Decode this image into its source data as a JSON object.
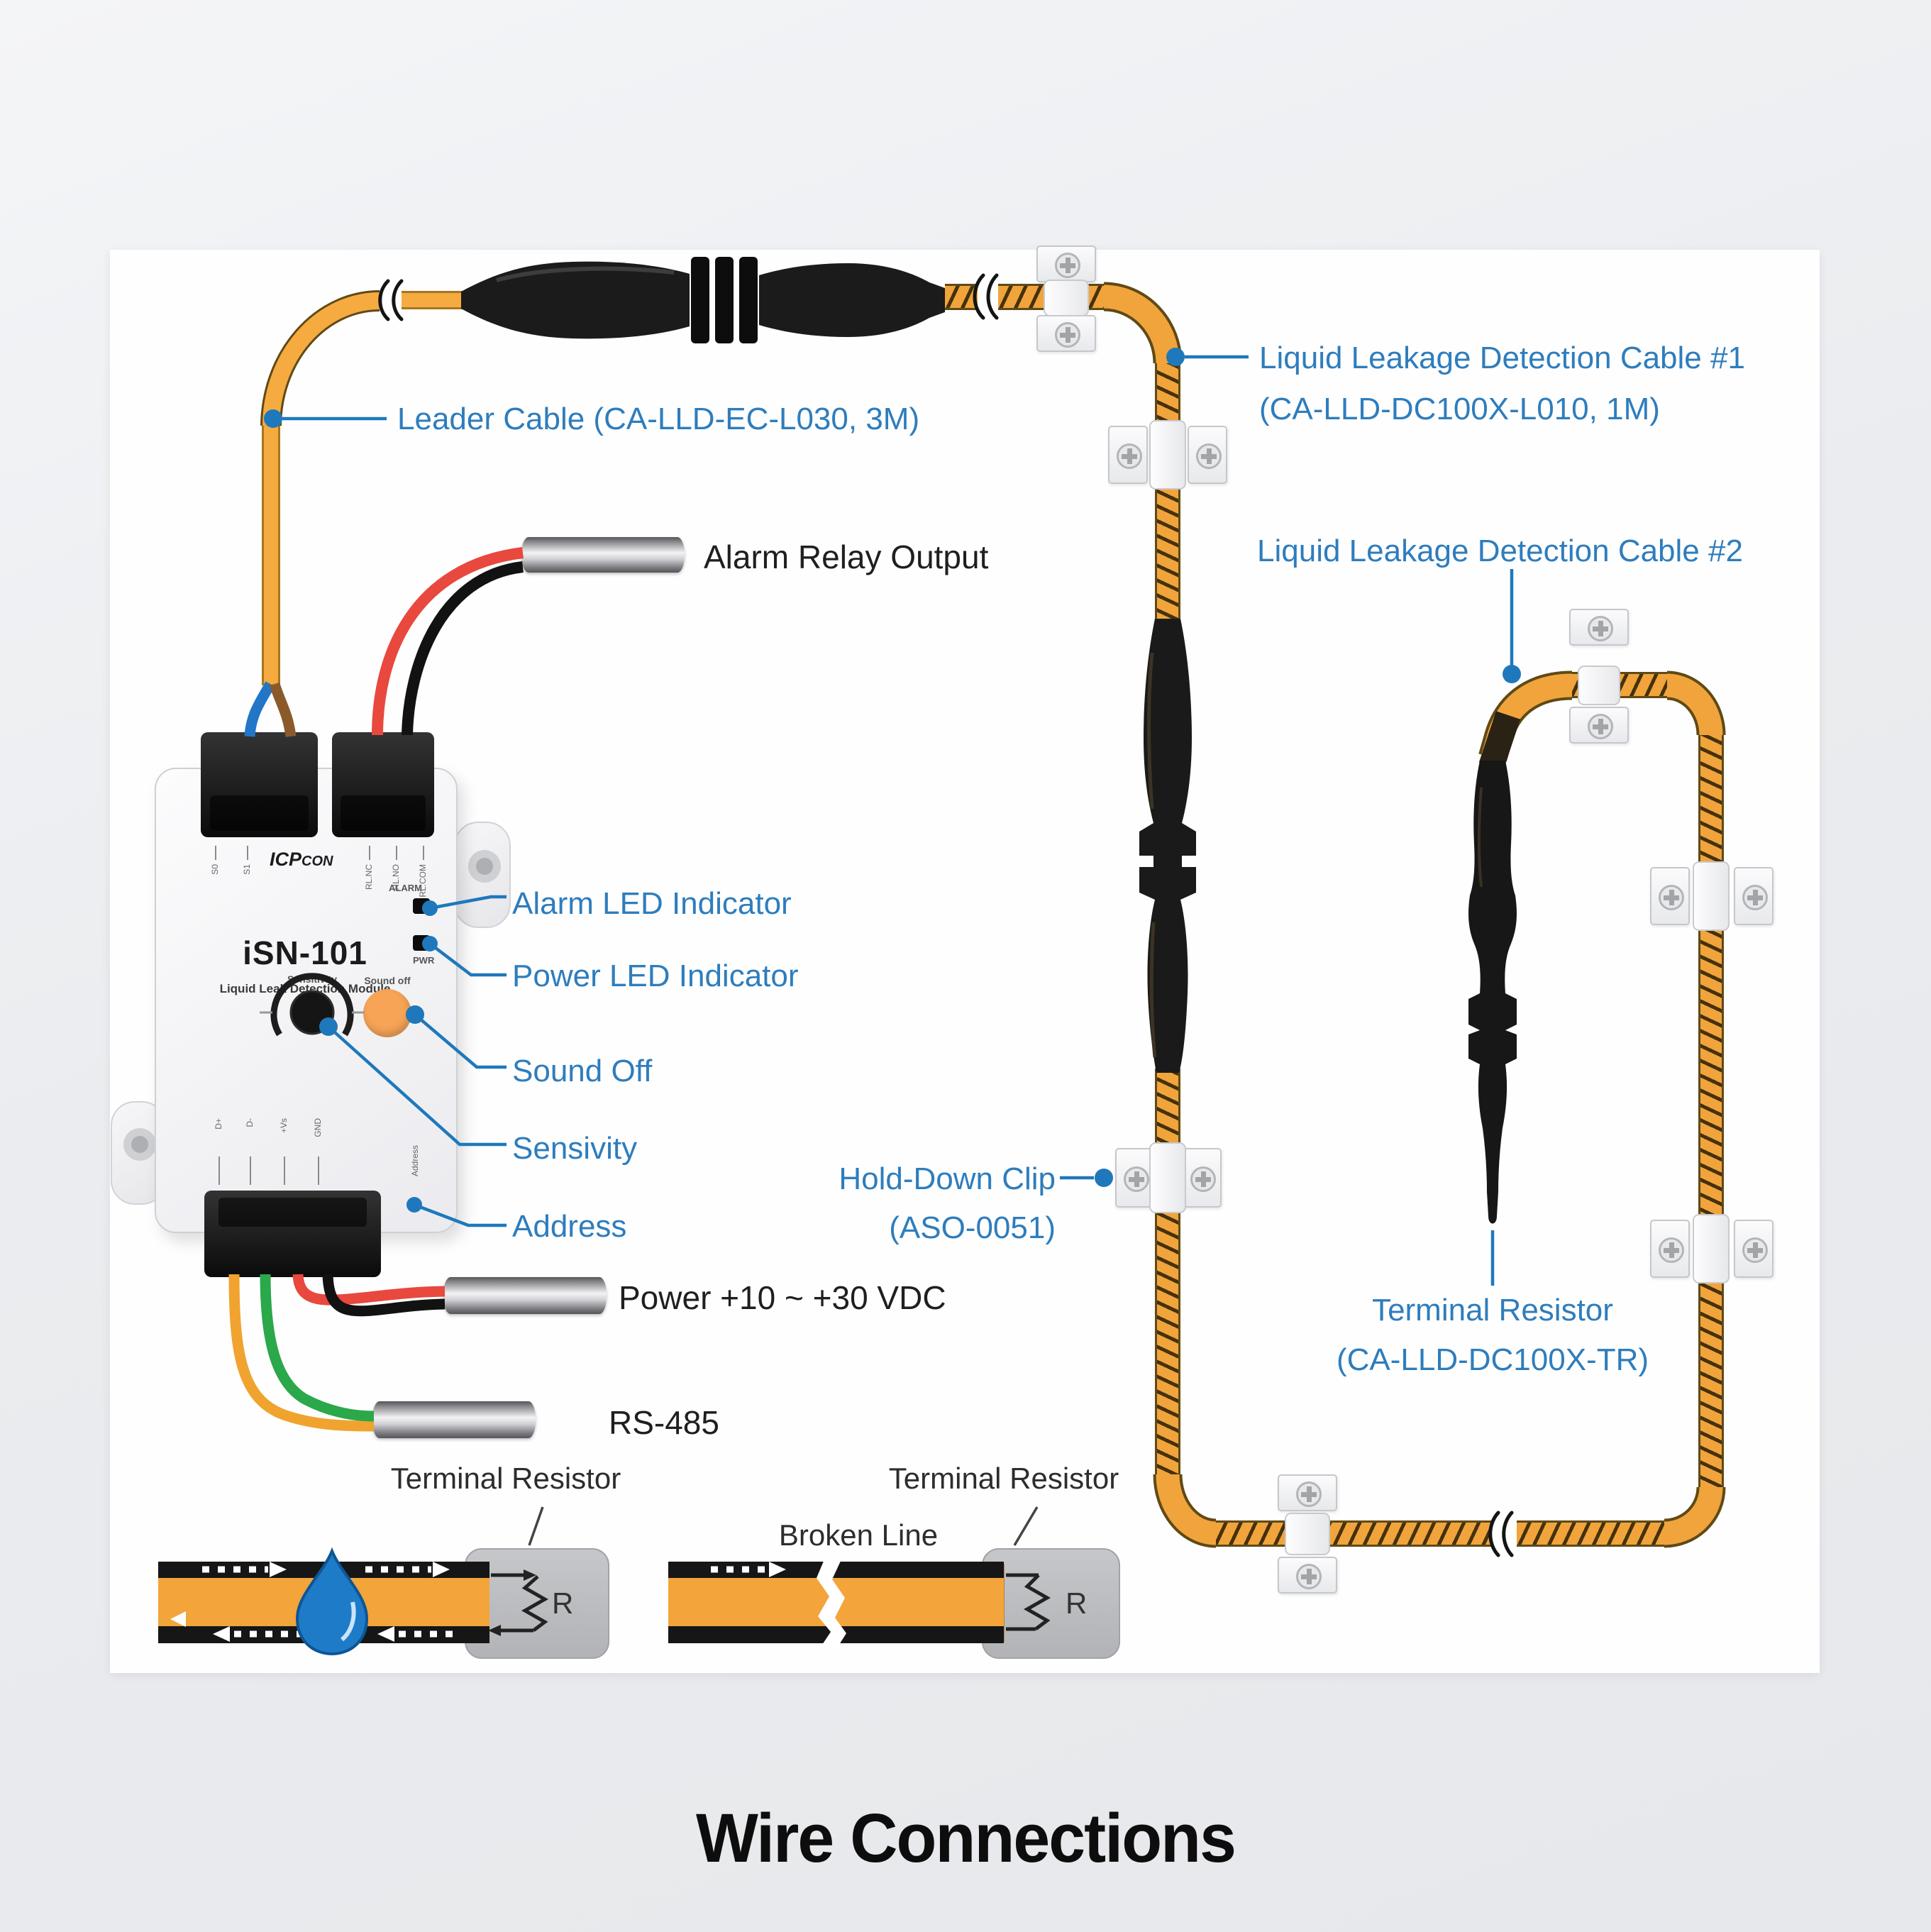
{
  "title": "Wire Connections",
  "colors": {
    "label_blue": "#2e7dbd",
    "callout_blue": "#1f78bb",
    "cable_orange": "#f1a43c",
    "module_button_orange": "#f7a457",
    "wire_red": "#e8483e",
    "wire_green": "#2aa84a",
    "wire_yellow": "#f0a32e",
    "wire_blue": "#2176c7",
    "wire_brown": "#8a5a2a"
  },
  "callouts": {
    "leader_cable": "Leader Cable (CA-LLD-EC-L030, 3M)",
    "cable1_line1": "Liquid Leakage Detection Cable #1",
    "cable1_line2": "(CA-LLD-DC100X-L010, 1M)",
    "cable2": "Liquid Leakage Detection Cable #2",
    "alarm_relay": "Alarm Relay Output",
    "alarm_led": "Alarm LED Indicator",
    "power_led": "Power LED Indicator",
    "sound_off": "Sound Off",
    "sensitivity": "Sensivity",
    "address": "Address",
    "hold_down_line1": "Hold-Down Clip",
    "hold_down_line2": "(ASO-0051)",
    "terminal_resistor_line1": "Terminal Resistor",
    "terminal_resistor_line2": "(CA-LLD-DC100X-TR)",
    "power": "Power +10 ~ +30 VDC",
    "rs485": "RS-485"
  },
  "module": {
    "brand_top": "ICP",
    "brand_bottom": "CON",
    "model": "iSN-101",
    "subtitle": "Liquid Leak Detection Module",
    "led_alarm": "ALARM",
    "led_power": "PWR",
    "knob_label": "Sensitivity",
    "button_label": "Sound off",
    "top_ports": [
      "S0",
      "S1",
      "RL.NC",
      "RL.NO",
      "RL.COM"
    ],
    "bottom_ports": [
      "D+",
      "D-",
      "+Vs",
      "GND"
    ],
    "address_port": "Address"
  },
  "bottom_left_diagram": {
    "label": "Terminal Resistor",
    "resistor": "R"
  },
  "bottom_right_diagram": {
    "label": "Terminal Resistor",
    "broken": "Broken Line",
    "resistor": "R"
  }
}
